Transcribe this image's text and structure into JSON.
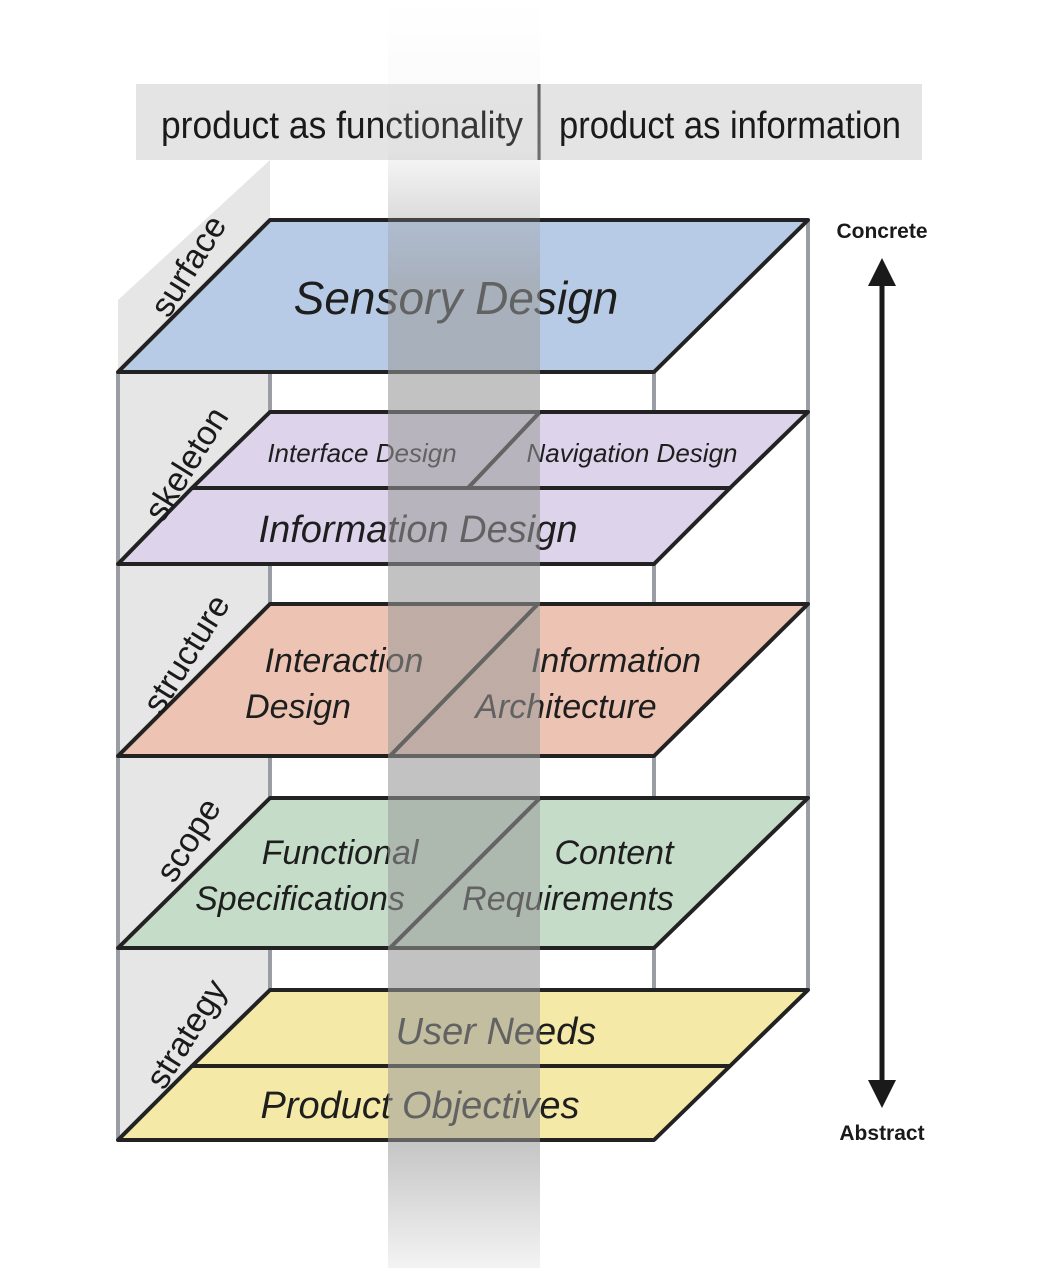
{
  "headers": {
    "left": "product as functionality",
    "right": "product as information"
  },
  "axis": {
    "top": "Concrete",
    "bottom": "Abstract"
  },
  "planes": {
    "surface": {
      "label": "surface",
      "color": "#b8cbe6",
      "boxes": {
        "main": "Sensory Design"
      }
    },
    "skeleton": {
      "label": "skeleton",
      "color": "#ddd3ea",
      "boxes": {
        "left_top": "Interface Design",
        "right_top": "Navigation Design",
        "bottom": "Information Design"
      }
    },
    "structure": {
      "label": "structure",
      "color": "#edc4b3",
      "boxes": {
        "left_line1": "Interaction",
        "left_line2": "Design",
        "right_line1": "Information",
        "right_line2": "Architecture"
      }
    },
    "scope": {
      "label": "scope",
      "color": "#c4dcc8",
      "boxes": {
        "left_line1": "Functional",
        "left_line2": "Specifications",
        "right_line1": "Content",
        "right_line2": "Requirements"
      }
    },
    "strategy": {
      "label": "strategy",
      "color": "#f5e9a8",
      "boxes": {
        "top": "User Needs",
        "bottom": "Product Objectives"
      }
    }
  }
}
